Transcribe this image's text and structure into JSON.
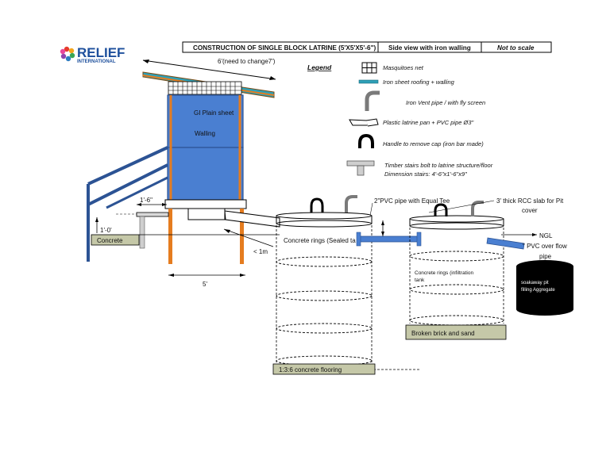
{
  "logo": {
    "name": "RELIEF",
    "sub": "INTERNATIONAL"
  },
  "header": {
    "title": "CONSTRUCTION OF SINGLE BLOCK LATRINE (5'X5'X5'-6\")",
    "view": "Side view with iron walling",
    "scale": "Not to scale"
  },
  "legend": {
    "title": "Legend",
    "items": [
      "Masquitoes net",
      "Iron sheet roofing + walling",
      "Iron Vent pipe / with fly screen",
      "Plastic latrine pan + PVC pipe Ø3\"",
      "Handle to remove cap (iron bar made)",
      "Timber stairs bolt to latrine structure/floor",
      "Dimension stairs: 4'-6\"x1'-6\"x9\""
    ]
  },
  "labels": {
    "roof_dim": "6'(need to change7')",
    "wall_1": "GI Plain sheet",
    "wall_2": "Walling",
    "step_dim": "1'-6\"",
    "height_dim": "1'-0'",
    "concrete": "Concrete",
    "lt1m": "< 1m",
    "width_dim": "5'",
    "rings_sealed": "Concrete rings (Sealed ta",
    "pvc_tee": "2\"PVC pipe with Equal Tee",
    "rcc_1": "3' thick RCC slab for Pit",
    "rcc_2": "cover",
    "ngl": "NGL",
    "overflow_1": "\" PVC over flow",
    "overflow_2": "pipe",
    "infil_1": "Concrete rings (infiltration",
    "infil_2": "tank",
    "soak_1": "soakaway pit",
    "soak_2": "filling Aggregate",
    "broken_brick": "Broken brick  and sand",
    "flooring": "1:3:6 concrete flooring"
  }
}
